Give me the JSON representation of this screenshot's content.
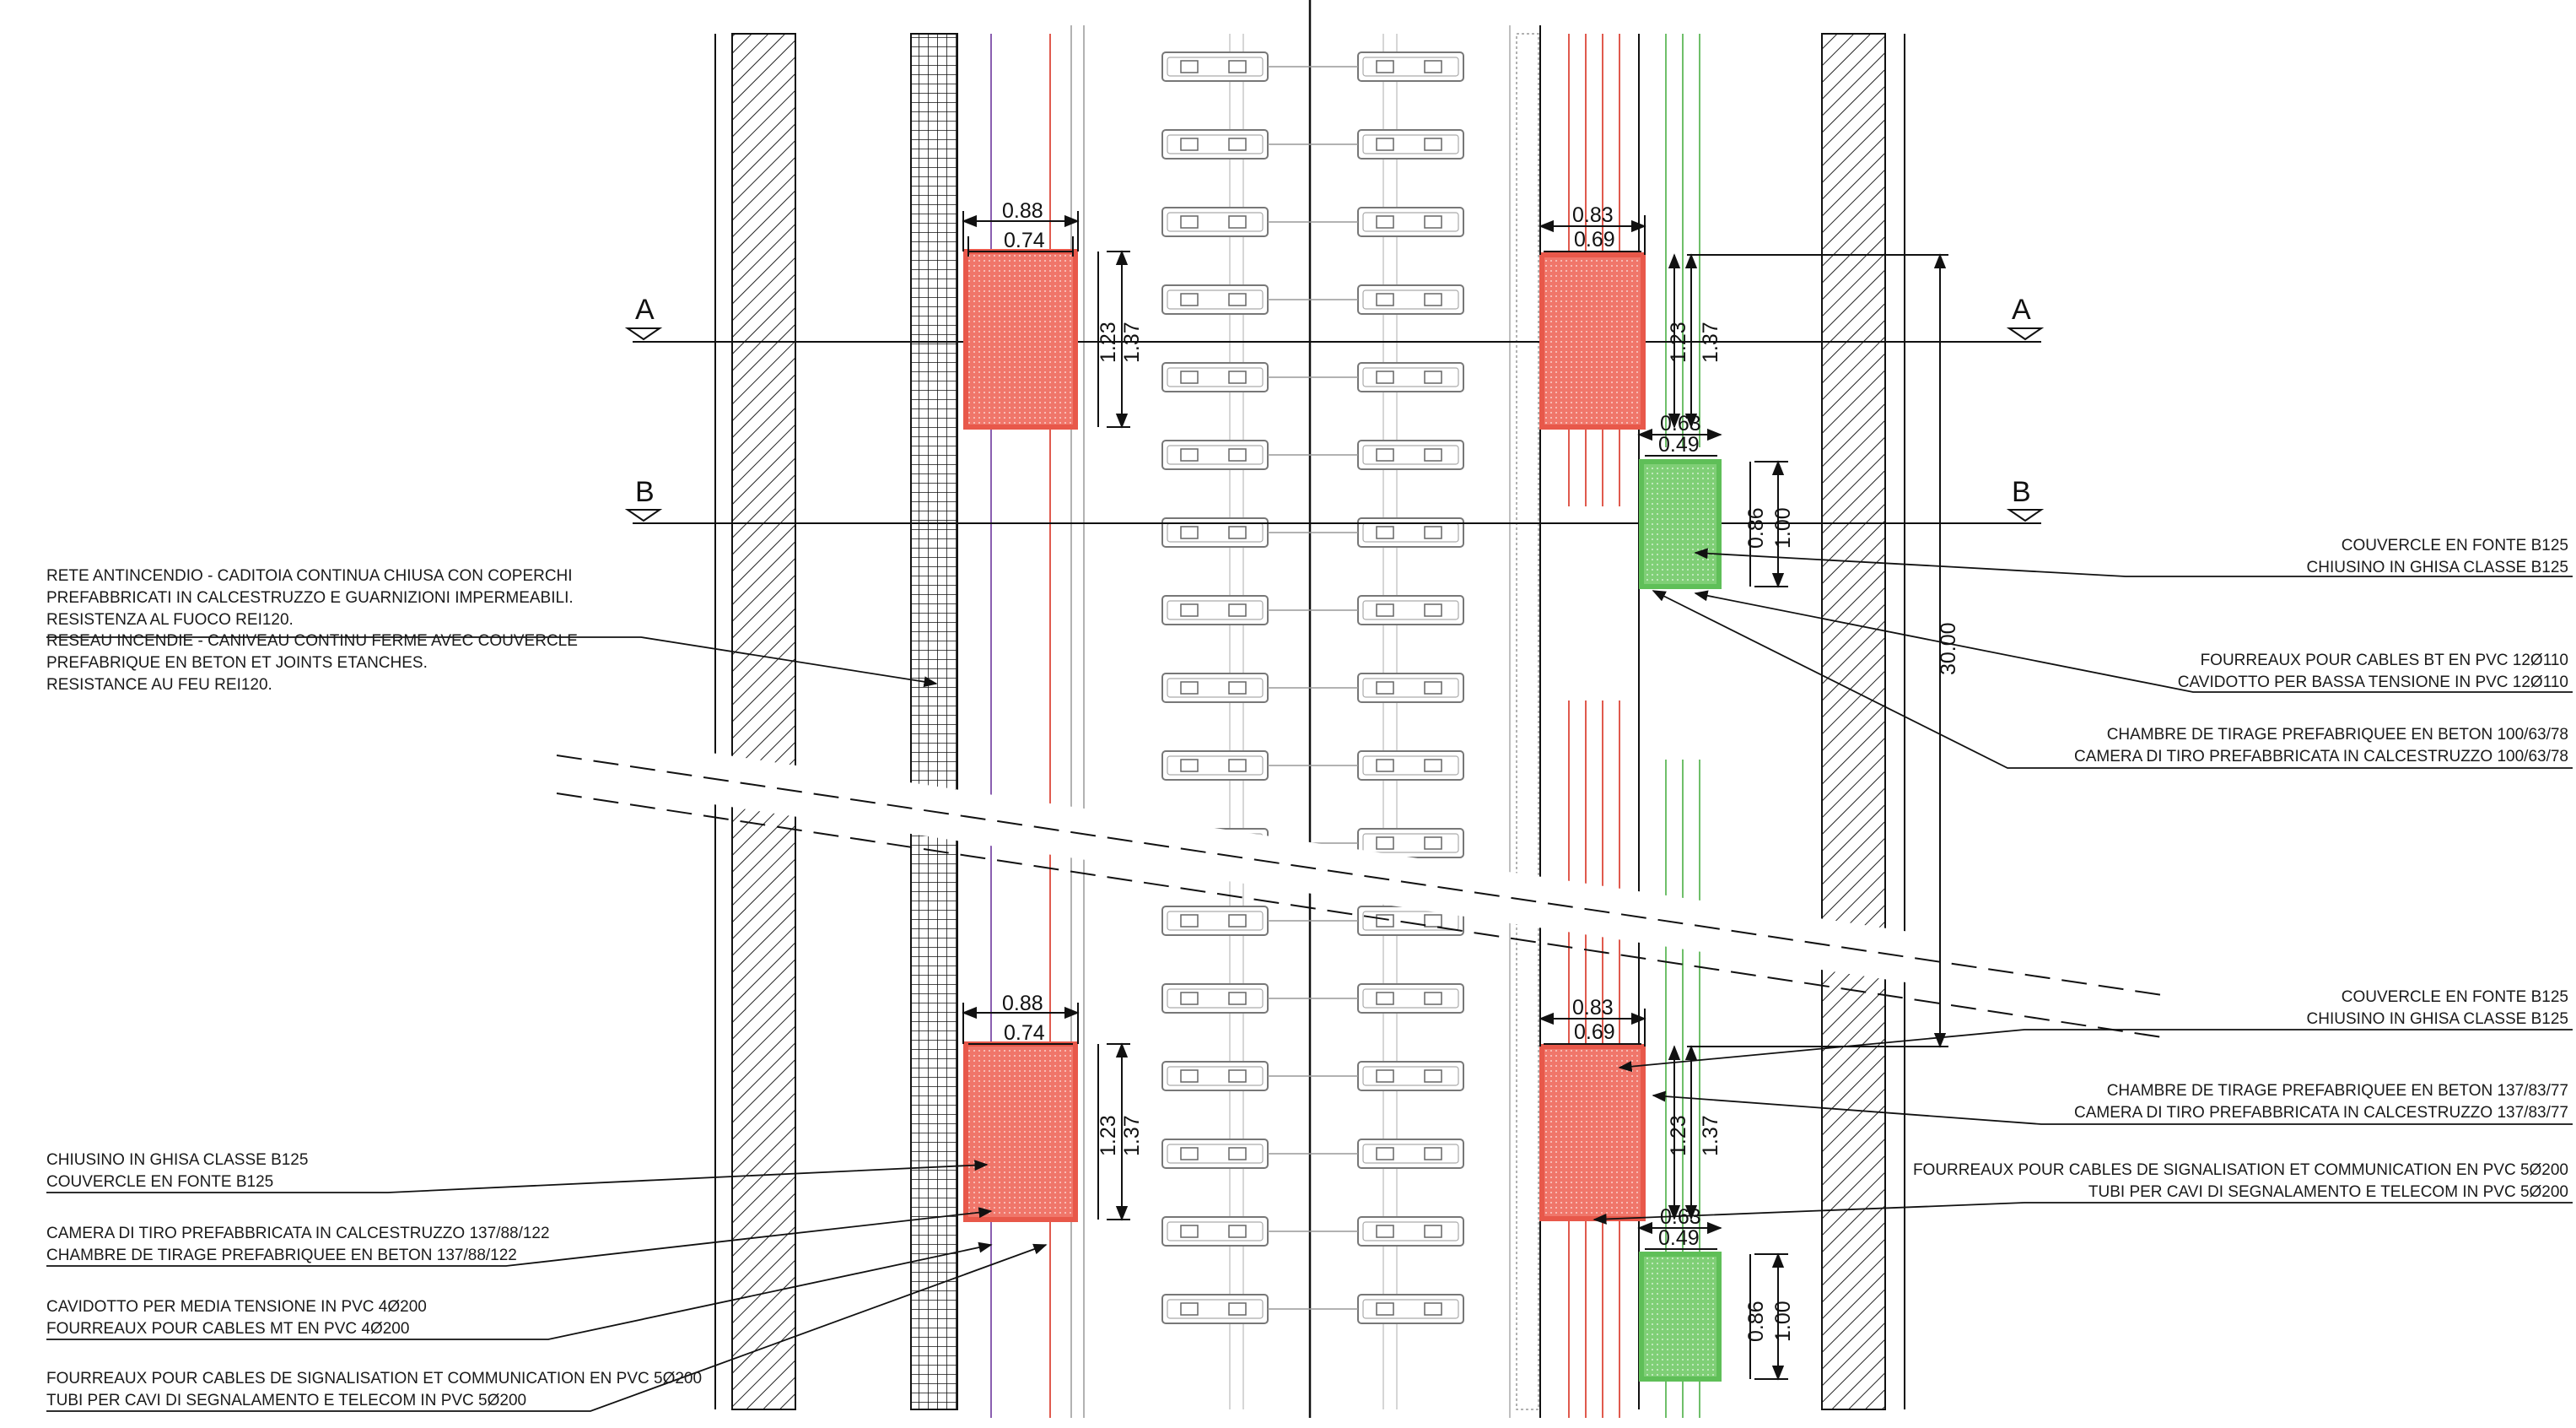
{
  "sections": {
    "a": "A",
    "b": "B"
  },
  "dimensions": {
    "red_outer_w_left": "0.88",
    "red_inner_w_left": "0.74",
    "red_inner_h": "1.23",
    "red_outer_h": "1.37",
    "red_outer_w_right": "0.83",
    "red_inner_w_right": "0.69",
    "green_outer_w": "0.63",
    "green_inner_w": "0.49",
    "green_inner_h": "0.86",
    "green_outer_h": "1.00",
    "spacing": "30.00"
  },
  "notes": {
    "fire_network": [
      "RETE ANTINCENDIO - CADITOIA CONTINUA CHIUSA CON COPERCHI",
      "PREFABBRICATI IN CALCESTRUZZO E GUARNIZIONI IMPERMEABILI.",
      "RESISTENZA AL FUOCO REI120.",
      "RESEAU INCENDIE - CANIVEAU CONTINU FERME AVEC COUVERCLE",
      "PREFABRIQUE EN BETON ET JOINTS ETANCHES.",
      "RESISTANCE AU FEU REI120."
    ],
    "cover_b125_top": [
      "COUVERCLE EN FONTE B125",
      "CHIUSINO IN GHISA CLASSE B125"
    ],
    "ducts_bt": [
      "FOURREAUX POUR CABLES BT EN PVC 12Ø110",
      "CAVIDOTTO PER BASSA TENSIONE IN PVC 12Ø110"
    ],
    "chamber_100": [
      "CHAMBRE DE TIRAGE PREFABRIQUEE EN BETON 100/63/78",
      "CAMERA DI TIRO PREFABBRICATA IN CALCESTRUZZO 100/63/78"
    ],
    "cover_b125_bottom": [
      "COUVERCLE EN FONTE B125",
      "CHIUSINO IN GHISA CLASSE B125"
    ],
    "chamber_137_77": [
      "CHAMBRE DE TIRAGE PREFABRIQUEE EN BETON 137/83/77",
      "CAMERA DI TIRO PREFABBRICATA IN CALCESTRUZZO 137/83/77"
    ],
    "ducts_signal_right": [
      "FOURREAUX POUR CABLES DE SIGNALISATION ET COMMUNICATION EN PVC 5Ø200",
      "TUBI PER CAVI DI SEGNALAMENTO E TELECOM IN PVC 5Ø200"
    ],
    "cover_left": [
      "CHIUSINO IN GHISA CLASSE B125",
      "COUVERCLE EN FONTE B125"
    ],
    "chamber_137_122": [
      "CAMERA DI TIRO PREFABBRICATA IN CALCESTRUZZO 137/88/122",
      "CHAMBRE DE TIRAGE PREFABRIQUEE EN BETON 137/88/122"
    ],
    "ducts_mt": [
      "CAVIDOTTO PER MEDIA TENSIONE IN PVC 4Ø200",
      "FOURREAUX POUR CABLES MT EN PVC 4Ø200"
    ],
    "ducts_signal_left": [
      "FOURREAUX POUR CABLES DE SIGNALISATION ET COMMUNICATION EN PVC 5Ø200",
      "TUBI PER CAVI DI SEGNALAMENTO E TELECOM IN PVC 5Ø200"
    ]
  },
  "colors": {
    "chamber_red": "#f0766a",
    "chamber_red_edge": "#e8584a",
    "chamber_green": "#7fcf76",
    "chamber_green_edge": "#5fbf58",
    "cable_red": "#e05a4e",
    "cable_purple": "#8a5fb0",
    "cable_green": "#6fbf6a"
  }
}
